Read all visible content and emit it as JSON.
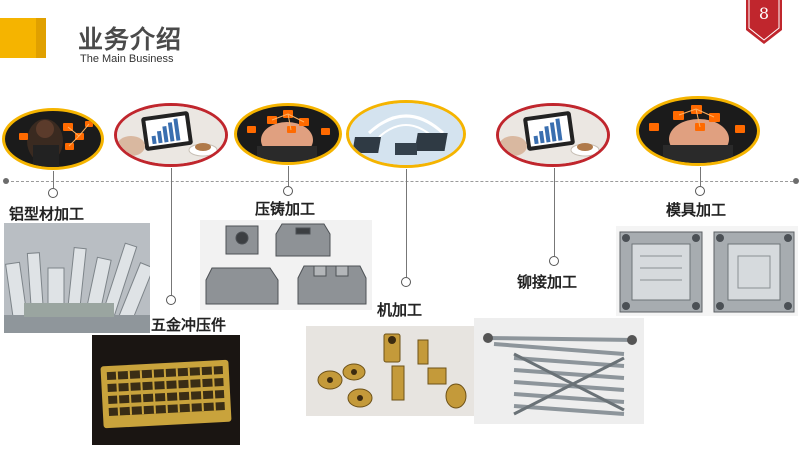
{
  "header": {
    "title": "业务介绍",
    "subtitle": "The Main Business",
    "page_number": "8",
    "accent_color": "#f5b400",
    "badge_color": "#c0262d"
  },
  "business_items": [
    {
      "label": "铝型材加工"
    },
    {
      "label": "五金冲压件"
    },
    {
      "label": "压铸加工"
    },
    {
      "label": "机加工"
    },
    {
      "label": "铆接加工"
    },
    {
      "label": "模具加工"
    }
  ]
}
